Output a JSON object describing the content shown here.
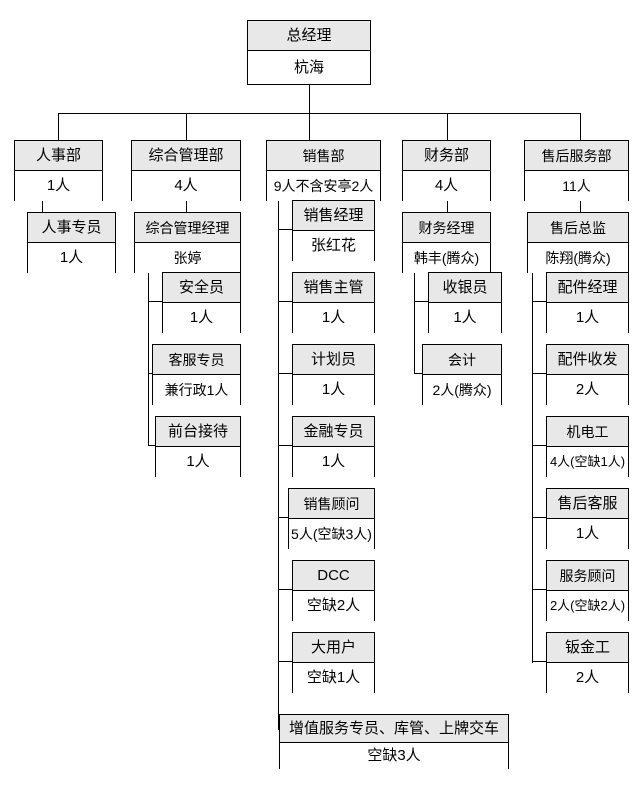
{
  "document": {
    "type": "organization-chart",
    "title": "组织架构图",
    "colors": {
      "header_fill": "#e8e8e8",
      "body_fill": "#ffffff",
      "border": "#000000",
      "text": "#000000",
      "background": "#ffffff"
    }
  },
  "root": {
    "title": "总经理",
    "sub": "杭海"
  },
  "departments": [
    {
      "id": "hr",
      "title": "人事部",
      "sub": "1人",
      "children": [
        {
          "id": "hr-specialist",
          "title": "人事专员",
          "sub": "1人"
        }
      ]
    },
    {
      "id": "admin",
      "title": "综合管理部",
      "sub": "4人",
      "children": [
        {
          "id": "admin-manager",
          "title": "综合管理经理",
          "sub": "张婷"
        },
        {
          "id": "safety-officer",
          "title": "安全员",
          "sub": "1人"
        },
        {
          "id": "customer-service-specialist",
          "title": "客服专员",
          "sub": "兼行政1人"
        },
        {
          "id": "front-desk",
          "title": "前台接待",
          "sub": "1人"
        }
      ]
    },
    {
      "id": "sales",
      "title": "销售部",
      "sub": "9人不含安亭2人",
      "children": [
        {
          "id": "sales-manager",
          "title": "销售经理",
          "sub": "张红花"
        },
        {
          "id": "sales-supervisor",
          "title": "销售主管",
          "sub": "1人"
        },
        {
          "id": "planner",
          "title": "计划员",
          "sub": "1人"
        },
        {
          "id": "finance-specialist",
          "title": "金融专员",
          "sub": "1人"
        },
        {
          "id": "sales-consultant",
          "title": "销售顾问",
          "sub": "5人(空缺3人)"
        },
        {
          "id": "dcc",
          "title": "DCC",
          "sub": "空缺2人"
        },
        {
          "id": "key-account",
          "title": "大用户",
          "sub": "空缺1人"
        },
        {
          "id": "value-added",
          "title": "增值服务专员、库管、上牌交车",
          "sub": "空缺3人"
        }
      ]
    },
    {
      "id": "finance",
      "title": "财务部",
      "sub": "4人",
      "children": [
        {
          "id": "finance-manager",
          "title": "财务经理",
          "sub": "韩丰(腾众)"
        },
        {
          "id": "cashier",
          "title": "收银员",
          "sub": "1人"
        },
        {
          "id": "accountant",
          "title": "会计",
          "sub": "2人(腾众)"
        }
      ]
    },
    {
      "id": "aftersales",
      "title": "售后服务部",
      "sub": "11人",
      "children": [
        {
          "id": "aftersales-director",
          "title": "售后总监",
          "sub": "陈翔(腾众)"
        },
        {
          "id": "parts-manager",
          "title": "配件经理",
          "sub": "1人"
        },
        {
          "id": "parts-clerk",
          "title": "配件收发",
          "sub": "2人"
        },
        {
          "id": "mechanic",
          "title": "机电工",
          "sub": "4人(空缺1人)"
        },
        {
          "id": "aftersales-cs",
          "title": "售后客服",
          "sub": "1人"
        },
        {
          "id": "service-advisor",
          "title": "服务顾问",
          "sub": "2人(空缺2人)"
        },
        {
          "id": "body-worker",
          "title": "钣金工",
          "sub": "2人"
        }
      ]
    }
  ]
}
